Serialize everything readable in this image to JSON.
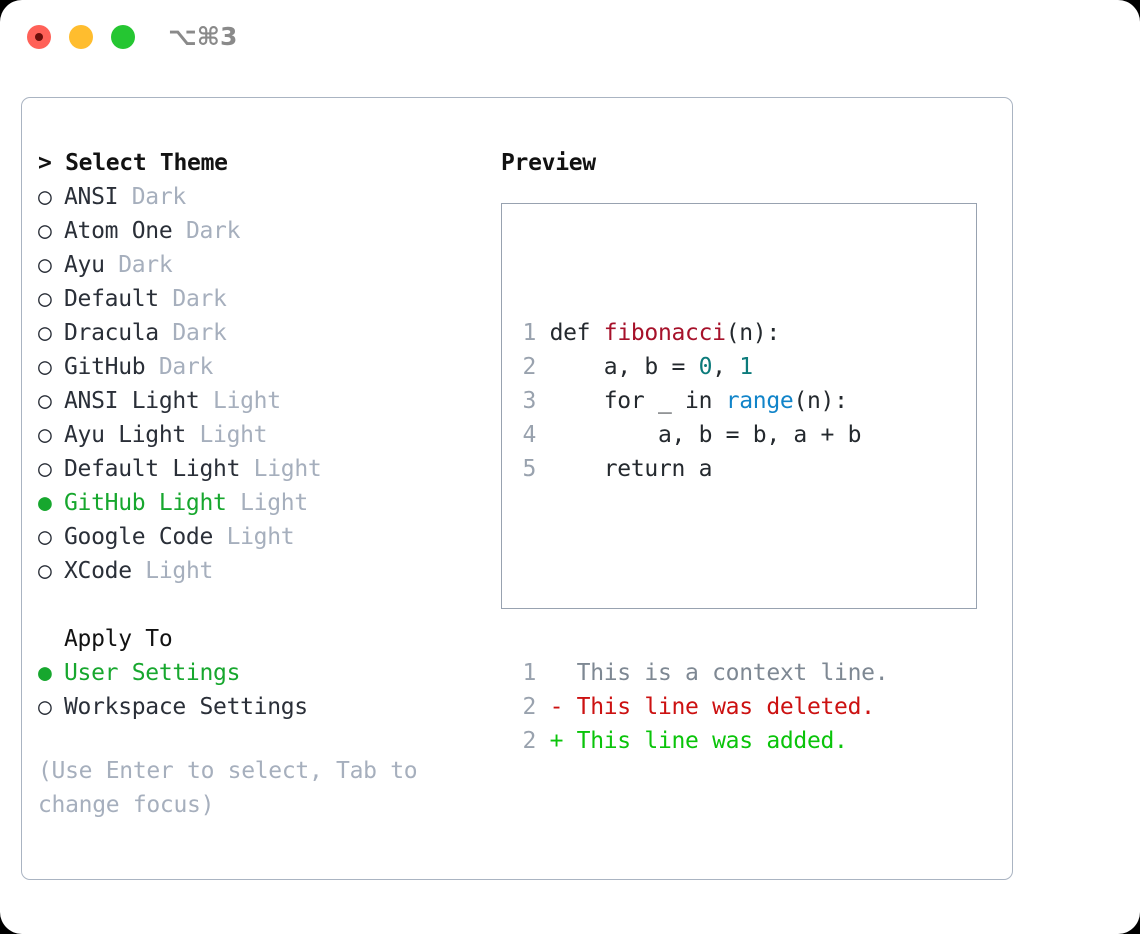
{
  "titlebar": {
    "shortcut": "⌥⌘3",
    "buttons": [
      {
        "name": "close",
        "color": "#ff6158"
      },
      {
        "name": "minimize",
        "color": "#ffbd2e"
      },
      {
        "name": "maximize",
        "color": "#25c632"
      }
    ]
  },
  "theme_picker": {
    "heading": "> Select Theme",
    "marker_unselected": "○",
    "marker_selected": "●",
    "selected_color": "#17a72e",
    "items": [
      {
        "label": "ANSI",
        "variant": "Dark",
        "selected": false
      },
      {
        "label": "Atom One",
        "variant": "Dark",
        "selected": false
      },
      {
        "label": "Ayu",
        "variant": "Dark",
        "selected": false
      },
      {
        "label": "Default",
        "variant": "Dark",
        "selected": false
      },
      {
        "label": "Dracula",
        "variant": "Dark",
        "selected": false
      },
      {
        "label": "GitHub",
        "variant": "Dark",
        "selected": false
      },
      {
        "label": "ANSI Light",
        "variant": "Light",
        "selected": false
      },
      {
        "label": "Ayu Light",
        "variant": "Light",
        "selected": false
      },
      {
        "label": "Default Light",
        "variant": "Light",
        "selected": false
      },
      {
        "label": "GitHub Light",
        "variant": "Light",
        "selected": true
      },
      {
        "label": "Google Code",
        "variant": "Light",
        "selected": false
      },
      {
        "label": "XCode",
        "variant": "Light",
        "selected": false
      }
    ]
  },
  "apply_to": {
    "heading": "Apply To",
    "items": [
      {
        "label": "User Settings",
        "selected": true
      },
      {
        "label": "Workspace Settings",
        "selected": false
      }
    ]
  },
  "hint": "(Use Enter to select, Tab to change focus)",
  "preview": {
    "heading": "Preview",
    "code_lines": [
      {
        "number": "1",
        "segments": [
          {
            "text": "def ",
            "kind": "plain"
          },
          {
            "text": "fibonacci",
            "kind": "func"
          },
          {
            "text": "(n):",
            "kind": "plain"
          }
        ]
      },
      {
        "number": "2",
        "segments": [
          {
            "text": "    a, b = ",
            "kind": "plain"
          },
          {
            "text": "0",
            "kind": "num"
          },
          {
            "text": ", ",
            "kind": "plain"
          },
          {
            "text": "1",
            "kind": "num"
          }
        ]
      },
      {
        "number": "3",
        "segments": [
          {
            "text": "    for _ in ",
            "kind": "plain"
          },
          {
            "text": "range",
            "kind": "call"
          },
          {
            "text": "(n):",
            "kind": "plain"
          }
        ]
      },
      {
        "number": "4",
        "segments": [
          {
            "text": "        a, b = b, a + b",
            "kind": "plain"
          }
        ]
      },
      {
        "number": "5",
        "segments": [
          {
            "text": "    return a",
            "kind": "plain"
          }
        ]
      }
    ],
    "diff_lines": [
      {
        "number": "1",
        "text": "  This is a context line.",
        "kind": "ctx"
      },
      {
        "number": "2",
        "text": "- This line was deleted.",
        "kind": "del"
      },
      {
        "number": "2",
        "text": "+ This line was added.",
        "kind": "add"
      }
    ]
  }
}
